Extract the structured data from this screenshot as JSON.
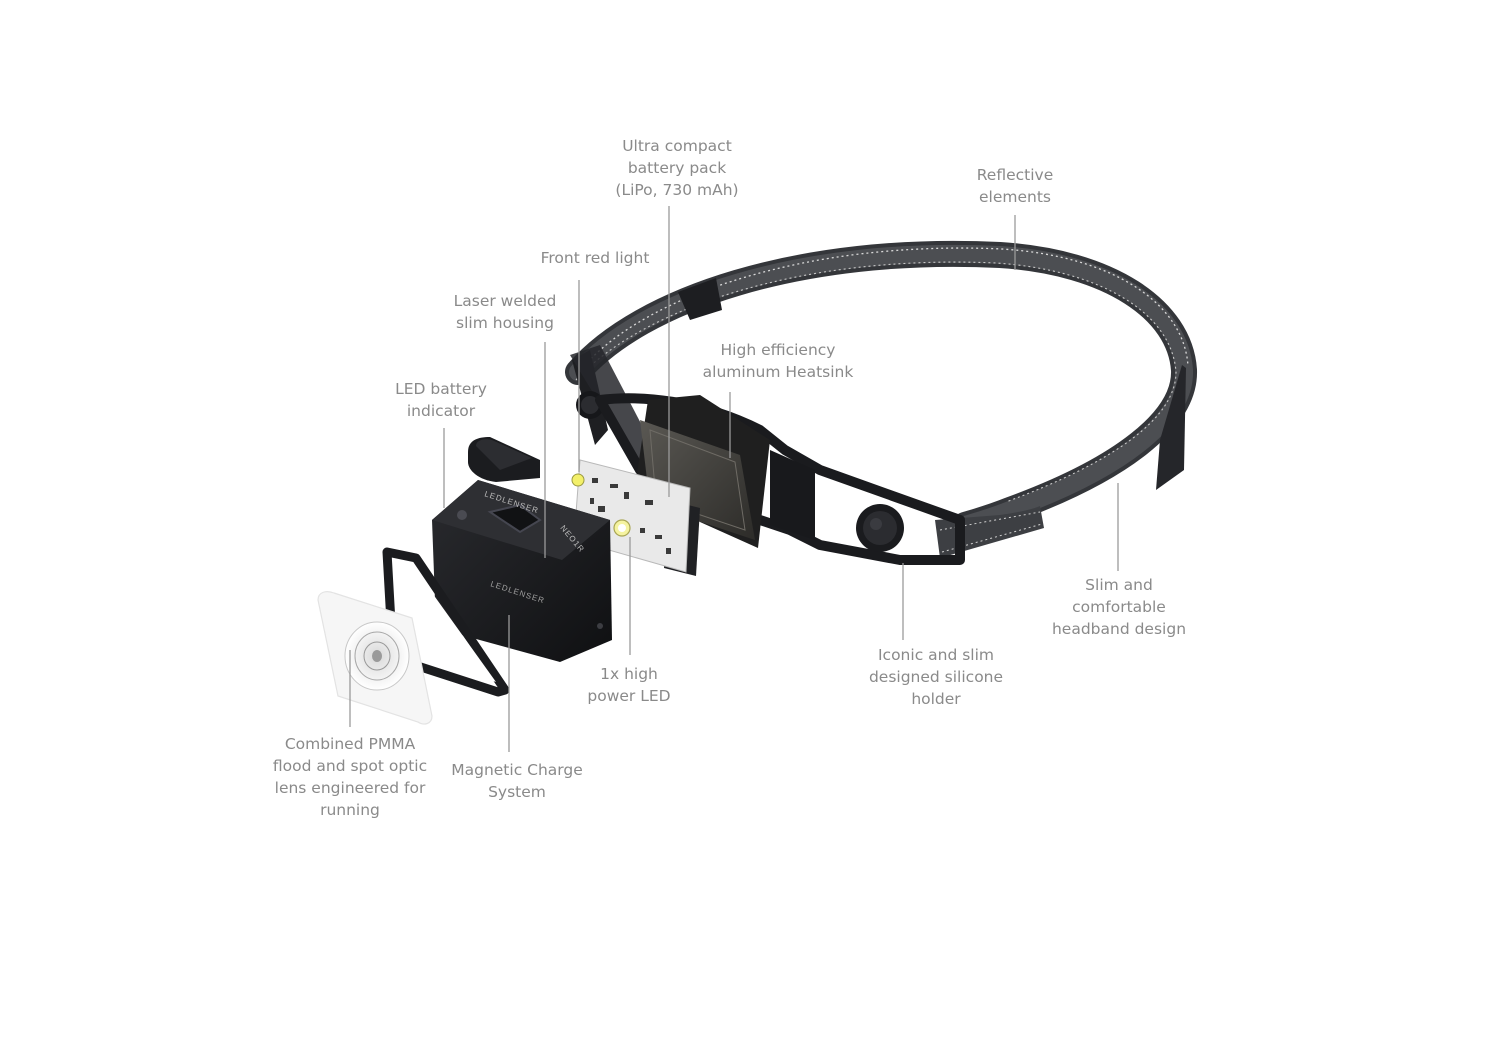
{
  "callouts": {
    "battery_pack": "Ultra compact\nbattery pack\n(LiPo, 730 mAh)",
    "reflective": "Reflective\nelements",
    "front_red": "Front red light",
    "laser_welded": "Laser welded\nslim housing",
    "heatsink": "High efficiency\naluminum Heatsink",
    "led_battery": "LED battery\nindicator",
    "slim_headband": "Slim and\ncomfortable\nheadband design",
    "power_led": "1x high\npower LED",
    "silicone_holder": "Iconic and slim\ndesigned silicone\nholder",
    "pmma_optic": "Combined PMMA\nflood and spot optic\nlens engineered for\nrunning",
    "magnetic_charge": "Magnetic Charge\nSystem"
  },
  "product": {
    "brand_top": "LEDLENSER",
    "model": "NEO1R",
    "brand_bottom": "LEDLENSER"
  },
  "colors": {
    "label_text": "#8a8a8a",
    "leader_line": "#9a9a9a",
    "housing": "#1c1d20",
    "strap": "#34363a",
    "reflective_stripe": "#d8d8d8"
  }
}
